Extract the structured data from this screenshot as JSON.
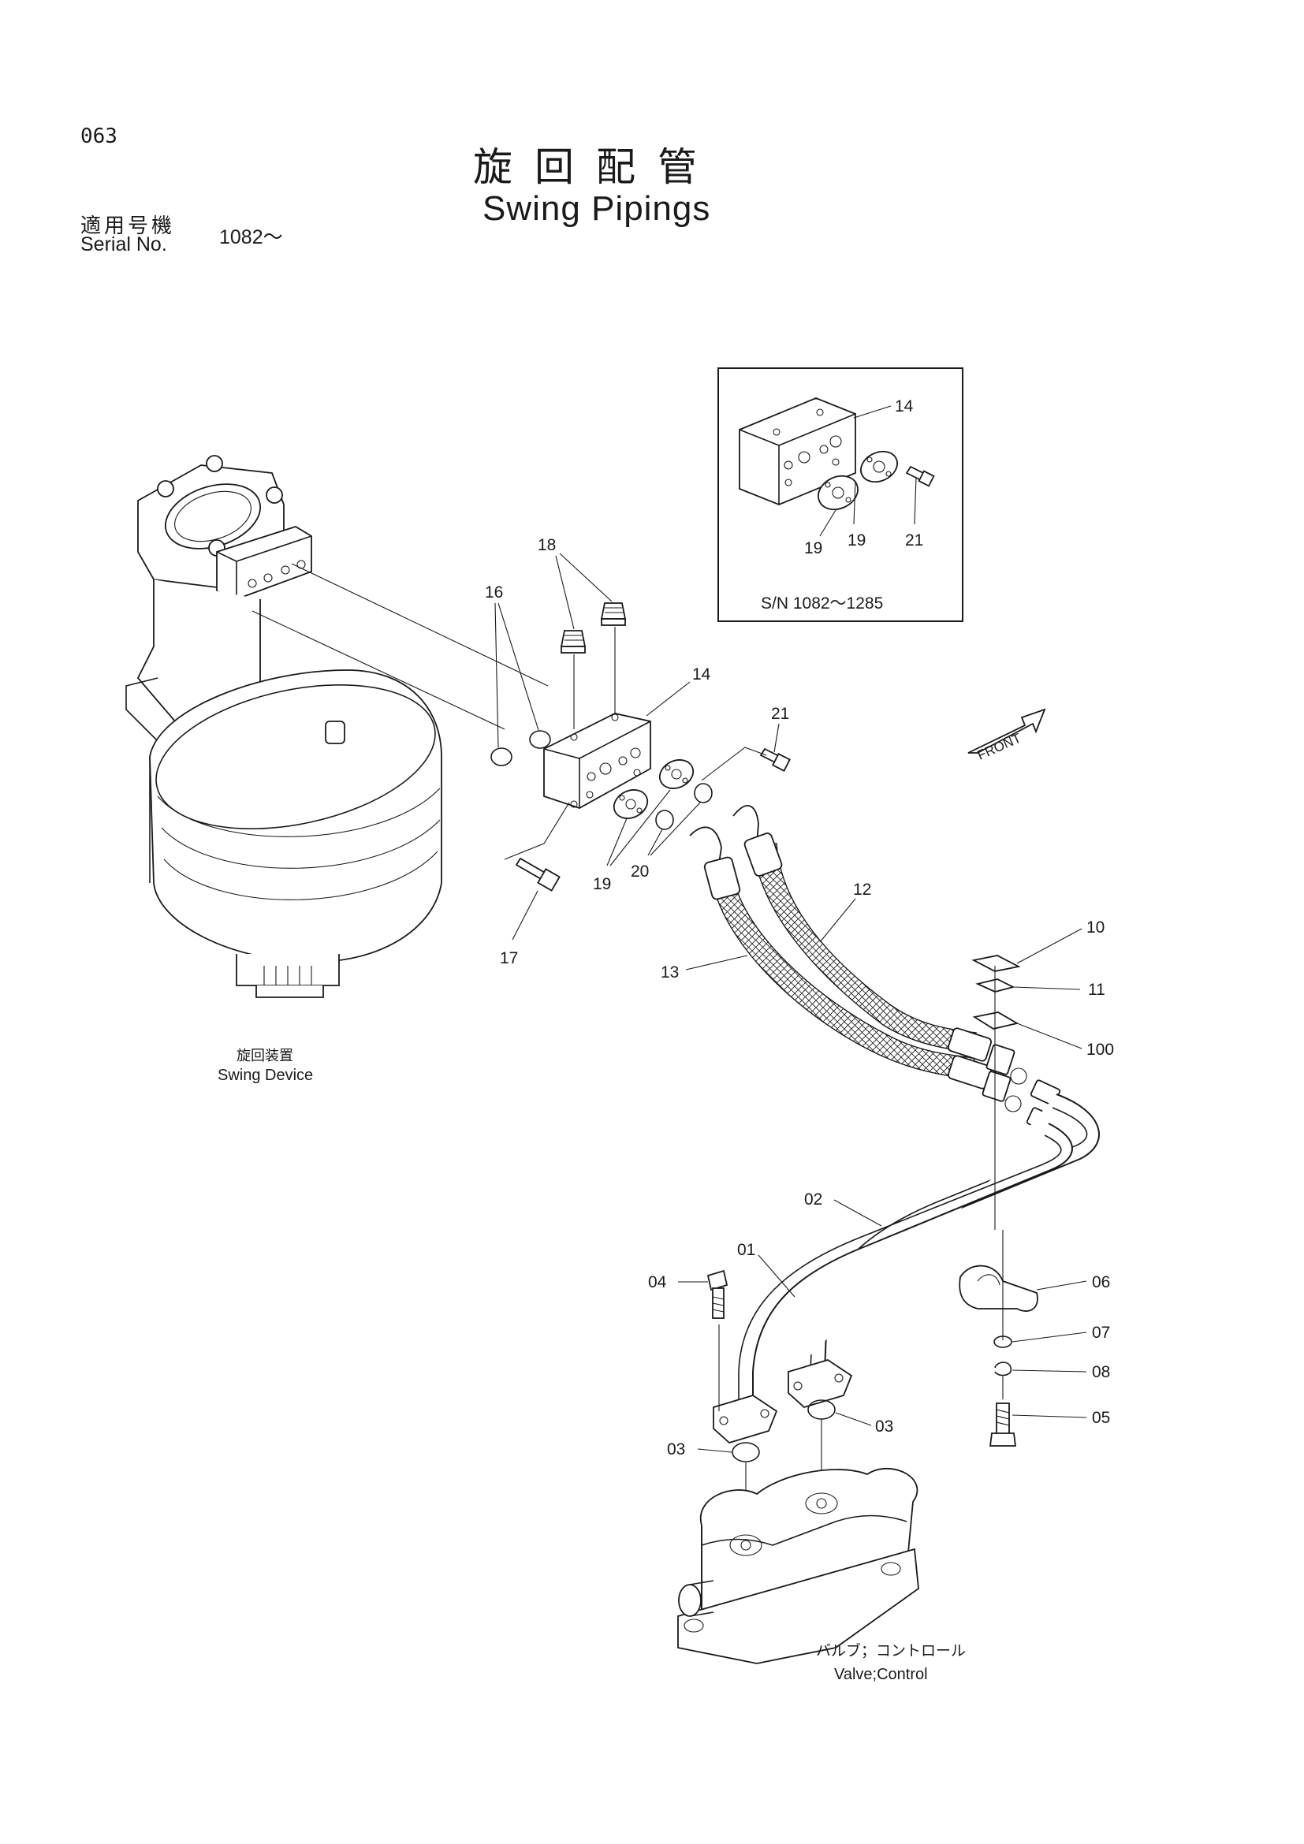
{
  "page": {
    "number": "063",
    "title_jp": "旋回配管",
    "title_en": "Swing Pipings",
    "serial_jp": "適用号機",
    "serial_en": "Serial No.",
    "serial_value": "1082～"
  },
  "inset": {
    "serial_range": "S/N 1082～1285",
    "labels": [
      "14",
      "19",
      "19",
      "21"
    ]
  },
  "captions": {
    "swing_device_jp": "旋回装置",
    "swing_device_en": "Swing Device",
    "valve_jp": "バルブ；コントロール",
    "valve_en": "Valve;Control",
    "front": "FRONT"
  },
  "part_labels": {
    "p01": "01",
    "p02": "02",
    "p03a": "03",
    "p03b": "03",
    "p04": "04",
    "p05": "05",
    "p06": "06",
    "p07": "07",
    "p08": "08",
    "p10": "10",
    "p11": "11",
    "p12": "12",
    "p13": "13",
    "p14": "14",
    "p16": "16",
    "p17": "17",
    "p18": "18",
    "p19": "19",
    "p20": "20",
    "p21": "21",
    "p100": "100"
  }
}
